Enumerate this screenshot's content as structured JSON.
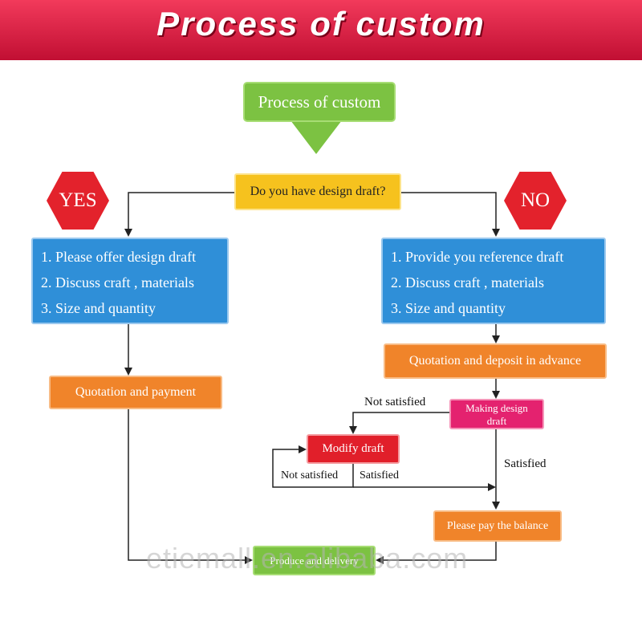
{
  "banner": {
    "title": "Process of custom"
  },
  "start": {
    "label": "Process of custom"
  },
  "question": {
    "label": "Do you have design draft?"
  },
  "yes_badge": "YES",
  "no_badge": "NO",
  "yes_steps": [
    "1. Please offer design draft",
    "2. Discuss craft , materials",
    "3. Size and quantity"
  ],
  "no_steps": [
    "1. Provide you reference draft",
    "2. Discuss craft , materials",
    "3. Size and quantity"
  ],
  "yes_quote": "Quotation and payment",
  "no_quote": "Quotation and deposit in advance",
  "making": {
    "line1": "Making design",
    "line2": "draft"
  },
  "modify": "Modify draft",
  "balance": "Please pay the balance",
  "produce": "Produce and delivery",
  "labels": {
    "not_satisfied_top": "Not satisfied",
    "satisfied_right": "Satisfied",
    "not_satisfied_bottom": "Not satisfied",
    "satisfied_bottom": "Satisfied"
  },
  "watermark": "etiemall.en.alibaba.com",
  "colors": {
    "banner": "#d41a3e",
    "green": "#7cc242",
    "yellow": "#f6c21e",
    "blue": "#2f8fd8",
    "orange": "#f0842a",
    "pink": "#e4226f",
    "red": "#e11f2a"
  }
}
